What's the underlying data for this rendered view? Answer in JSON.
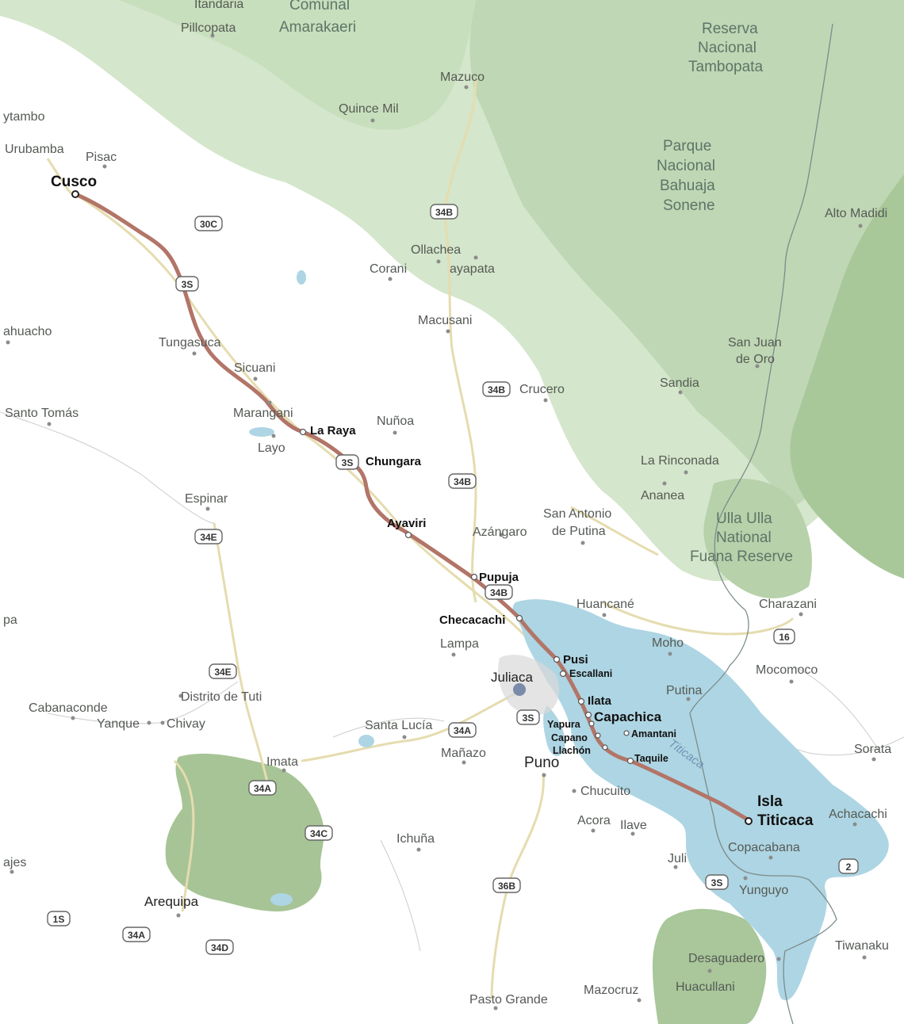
{
  "route": {
    "color": "#b27568",
    "stops": [
      "Cusco",
      "La Raya",
      "Chungara",
      "Ayaviri",
      "Pupuja",
      "Checacachi",
      "Pusi",
      "Escallani",
      "Ilata",
      "Capachica",
      "Yapura",
      "Capano",
      "Llachón",
      "Taquile",
      "Isla Titicaca"
    ]
  },
  "colors": {
    "lake": "#aed5e3",
    "protected_area": "#a9c79a",
    "highland": "#cfe1c5",
    "road": "#e7dcb0",
    "background": "#ffffff"
  },
  "labels": {
    "cusco": "Cusco",
    "la_raya": "La Raya",
    "chungara": "Chungara",
    "ayaviri": "Ayaviri",
    "pupuja": "Pupuja",
    "checacachi": "Checacachi",
    "pusi": "Pusi",
    "escallani": "Escallani",
    "ilata": "Ilata",
    "capachica": "Capachica",
    "yapura": "Yapura",
    "capano": "Capano",
    "llachon": "Llachón",
    "amantani": "Amantani",
    "taquile": "Taquile",
    "isla": "Isla",
    "titicaca": "Titicaca",
    "juliaca": "Juliaca",
    "puno": "Puno",
    "arequipa": "Arequipa",
    "pillcopata": "Pillcopata",
    "comunal": "Comunal",
    "amarakaeri": "Amarakaeri",
    "reserva": "Reserva",
    "nacional": "Nacional",
    "tambopata": "Tambopata",
    "mazuco": "Mazuco",
    "quince_mil": "Quince Mil",
    "tambo": "ytambo",
    "urubamba": "Urubamba",
    "pisac": "Pisac",
    "parque": "Parque",
    "nacional2": "Nacional",
    "bahuaja": "Bahuaja",
    "sonene": "Sonene",
    "alto_madidi": "Alto Madidi",
    "ollachea": "Ollachea",
    "corani": "Corani",
    "ayapata": "ayapata",
    "macusani": "Macusani",
    "ahuacho": "ahuacho",
    "tungasuca": "Tungasuca",
    "sicuani": "Sicuani",
    "san_juan": "San Juan",
    "de_oro": "de Oro",
    "santo_tomas": "Santo Tomás",
    "marangani": "Marangani",
    "nunoa": "Nuñoa",
    "crucero": "Crucero",
    "sandia": "Sandia",
    "layo": "Layo",
    "la_rinconada": "La Rinconada",
    "ananea": "Ananea",
    "espinar": "Espinar",
    "san_antonio": "San Antonio",
    "de_putina": "de Putina",
    "azangaro": "Azángaro",
    "ulla_ulla": "Ulla Ulla",
    "national": "National",
    "fauna_reserve": "Fuana Reserve",
    "pa": "pa",
    "huancane": "Huancané",
    "charazani": "Charazani",
    "lampa": "Lampa",
    "moho": "Moho",
    "mocomoco": "Mocomoco",
    "putina": "Putina",
    "distrito_tuti": "Distrito de Tuti",
    "cabanaconde": "Cabanaconde",
    "yanque": "Yanque",
    "chivay": "Chivay",
    "santa_lucia": "Santa Lucía",
    "manazo": "Mañazo",
    "sorata": "Sorata",
    "imata": "Imata",
    "chucuito": "Chucuito",
    "acora": "Acora",
    "ilave": "Ilave",
    "achacachi": "Achacachi",
    "ichuna": "Ichuña",
    "juli": "Juli",
    "copacabana": "Copacabana",
    "yunguyo": "Yunguyo",
    "ajes": "ajes",
    "tiwanaku": "Tiwanaku",
    "desaguadero": "Desaguadero",
    "huacullani": "Huacullani",
    "pasto_grande": "Pasto Grande",
    "mazocruz": "Mazocruz",
    "lake_label": "Titicaca",
    "top_cut": "Itandaria"
  },
  "shields": {
    "r30c": "30C",
    "r3s_a": "3S",
    "r34b_a": "34B",
    "r34b_b": "34B",
    "r3s_b": "3S",
    "r34b_c": "34B",
    "r34e_a": "34E",
    "r34b_d": "34B",
    "r34e_b": "34E",
    "r16": "16",
    "r3s_c": "3S",
    "r34a_a": "34A",
    "r34a_b": "34A",
    "r34c": "34C",
    "r36b": "36B",
    "r3s_d": "3S",
    "r2": "2",
    "r1s": "1S",
    "r34a_c": "34A",
    "r34d": "34D"
  }
}
